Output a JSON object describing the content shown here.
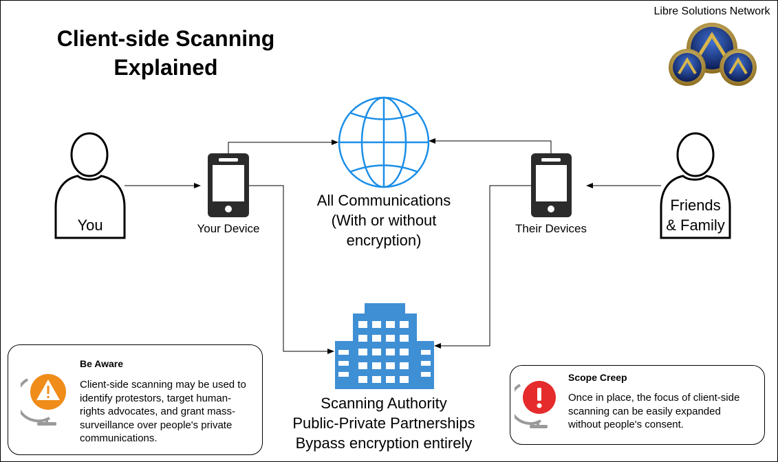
{
  "header": {
    "title_line1": "Client-side Scanning",
    "title_line2": "Explained",
    "brand": "Libre Solutions Network"
  },
  "nodes": {
    "you": "You",
    "your_device": "Your Device",
    "communications": [
      "All Communications",
      "(With or without",
      "encryption)"
    ],
    "their_devices": "Their Devices",
    "friends": [
      "Friends",
      "& Family"
    ],
    "authority": [
      "Scanning Authority",
      "Public-Private Partnerships",
      "Bypass encryption entirely"
    ]
  },
  "callouts": {
    "be_aware": {
      "title": "Be Aware",
      "text": "Client-side scanning may be used to identify protestors, target human-rights advocates, and grant mass-surveillance over people's private communications.",
      "icon": "warning-globe-icon",
      "color": "#f08c1a"
    },
    "scope_creep": {
      "title": "Scope Creep",
      "text": "Once in place, the focus of client-side scanning can be easily expanded without people's consent.",
      "icon": "alert-globe-icon",
      "color": "#e52b2b"
    }
  },
  "colors": {
    "globe": "#1a8ee8",
    "building": "#3f8fd4",
    "logo_gold": "#c9a23a",
    "logo_blue": "#1b3a8a"
  }
}
